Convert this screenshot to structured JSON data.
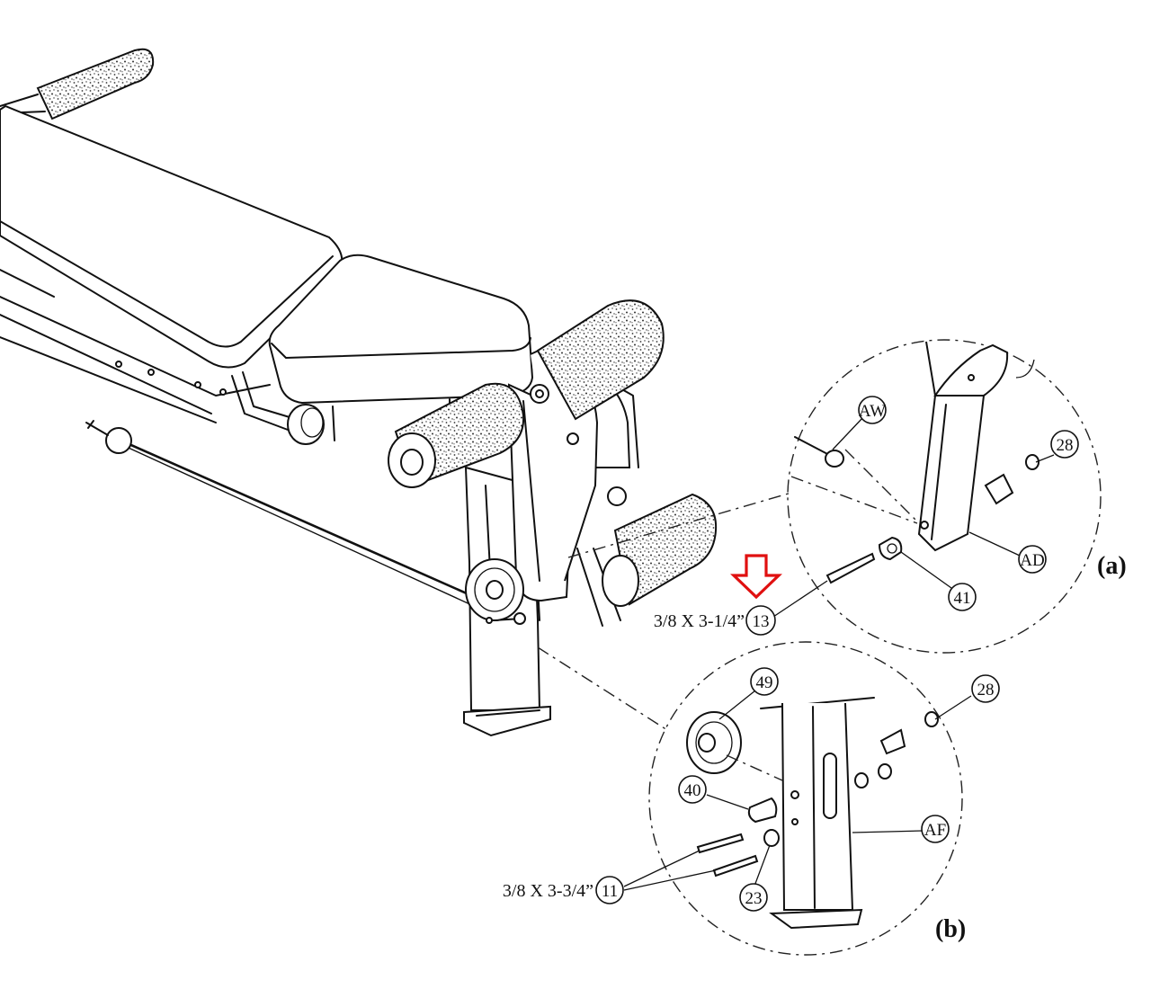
{
  "callouts": {
    "aw": "AW",
    "ad": "AD",
    "af": "AF",
    "p28a": "28",
    "p41": "41",
    "p13": "13",
    "p49": "49",
    "p28b": "28",
    "p40": "40",
    "p11": "11",
    "p23": "23"
  },
  "specs": {
    "bolt_13": "3/8 X 3-1/4”",
    "bolt_11": "3/8 X 3-3/4”"
  },
  "views": {
    "a": "(a)",
    "b": "(b)"
  },
  "highlight": {
    "arrow_color": "#e01010",
    "target": "13"
  }
}
